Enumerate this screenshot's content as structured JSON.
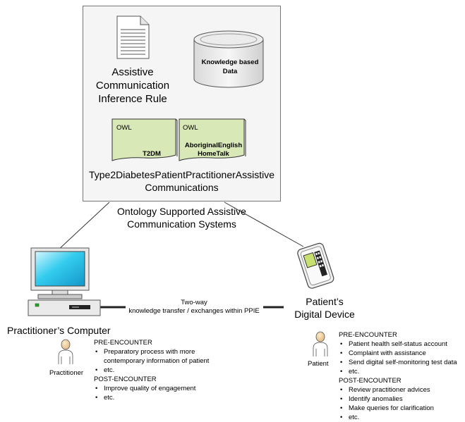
{
  "ontology_box": {
    "rule_title": "Assistive Communication Inference Rule",
    "db_label": "Knowledge based Data",
    "owl_files": [
      {
        "tag": "OWL",
        "name": "T2DM"
      },
      {
        "tag": "OWL",
        "name": "AboriginalEnglish HomeTalk"
      }
    ],
    "ontology_name_line1": "Type2DiabetesPatientPractitionerAssistive",
    "ontology_name_line2": "Communications"
  },
  "system_label_line1": "Ontology Supported Assistive",
  "system_label_line2": "Communication Systems",
  "exchange_label_line1": "Two-way",
  "exchange_label_line2": "knowledge transfer / exchanges within PPIE",
  "practitioner": {
    "computer_label": "Practitioner’s Computer",
    "role_label": "Practitioner",
    "pre_heading": "PRE-ENCOUNTER",
    "pre_items": [
      "Preparatory process with more contemporary information of patient",
      "etc."
    ],
    "post_heading": "POST-ENCOUNTER",
    "post_items": [
      "Improve quality of engagement",
      "etc."
    ]
  },
  "patient": {
    "device_label_line1": "Patient’s",
    "device_label_line2": "Digital Device",
    "role_label": "Patient",
    "pre_heading": "PRE-ENCOUNTER",
    "pre_items": [
      "Patient health self-status account",
      "Complaint with assistance",
      "Send digital self-monitoring test data",
      "etc."
    ],
    "post_heading": "POST-ENCOUNTER",
    "post_items": [
      "Review practitioner advices",
      "Identify anomalies",
      "Make queries for clarification",
      "etc."
    ]
  }
}
